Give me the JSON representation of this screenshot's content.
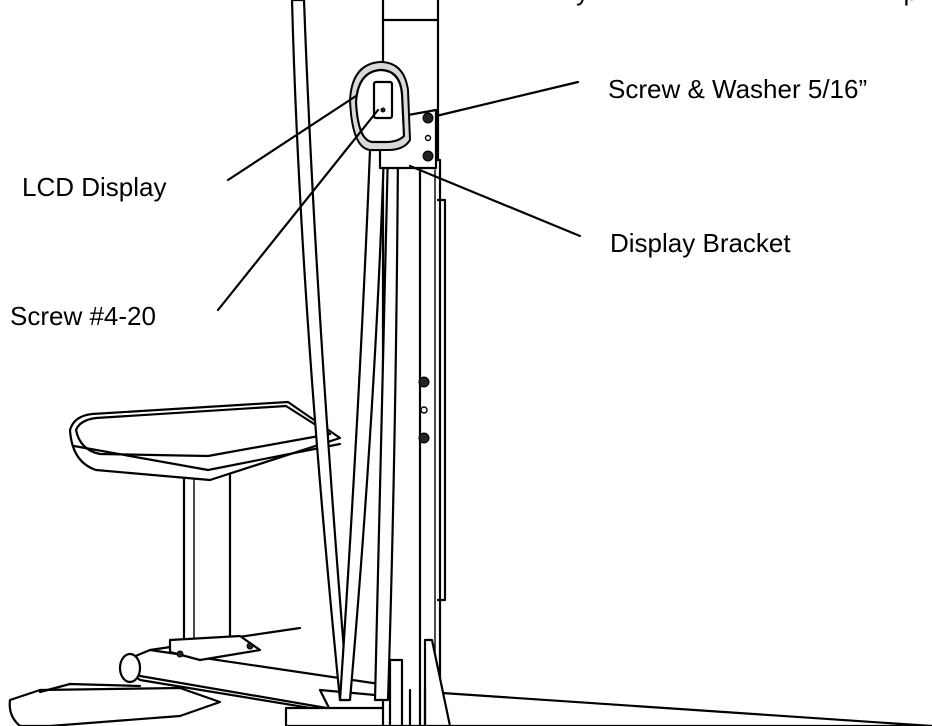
{
  "labels": {
    "top_partial": "y",
    "top_partial_right": "p",
    "screw_washer": "Screw & Washer 5/16”",
    "lcd_display": "LCD Display",
    "display_bracket": "Display Bracket",
    "screw_4_20": "Screw #4-20"
  }
}
